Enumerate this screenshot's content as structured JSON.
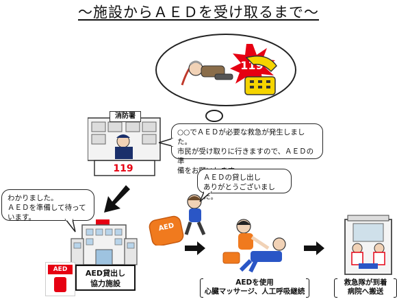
{
  "title": "～施設からＡＥＤを受け取るまで～",
  "call_number": "119",
  "fire_station": {
    "sign": "消防署",
    "number": "119"
  },
  "bubble_dispatcher": {
    "lines": [
      "○○でＡＥＤが必要な救急が発生しました。",
      "市民が受け取りに行きますので、ＡＥＤの準",
      "備をお願いします。"
    ]
  },
  "bubble_facility": {
    "lines": [
      "わかりました。",
      "ＡＥＤを準備して待って",
      "います。"
    ]
  },
  "bubble_thanks": {
    "lines": [
      "ＡＥＤの貸し出し",
      "ありがとうございました。"
    ]
  },
  "facility_label": {
    "line1": "AED貸出し",
    "line2": "協力施設"
  },
  "aed_badge": "AED",
  "aed_bag_label": "AED",
  "step_use": {
    "line1": "AEDを使用",
    "line2": "心臓マッサージ、人工呼吸継続"
  },
  "step_ambulance": {
    "line1": "救急隊が到着",
    "line2": "病院へ搬送"
  },
  "colors": {
    "accent": "#e60012",
    "orange": "#f07a1e",
    "phone_yellow": "#f5d400",
    "shirt_blue": "#2a56c6"
  }
}
